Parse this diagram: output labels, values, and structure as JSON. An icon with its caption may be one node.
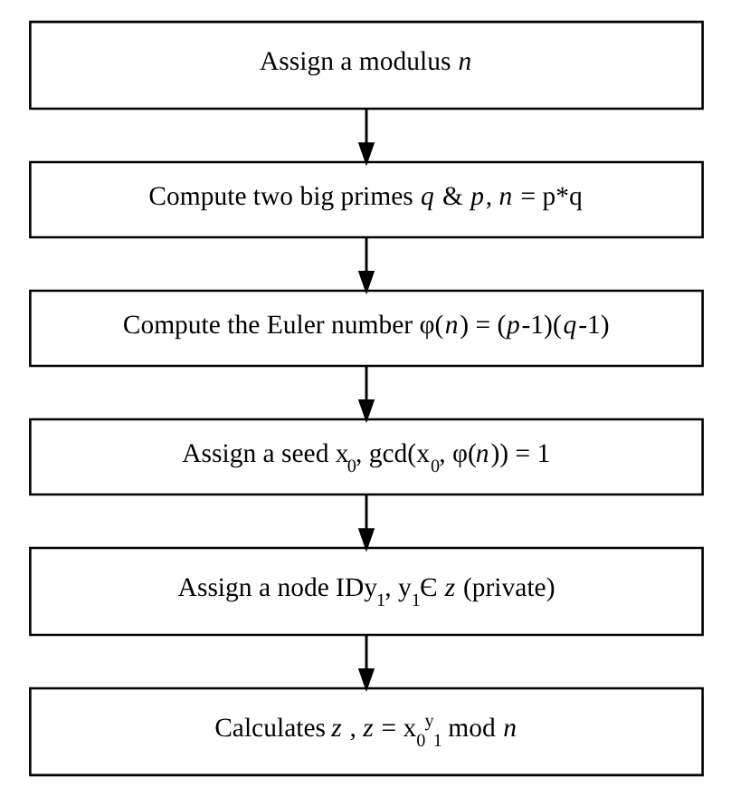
{
  "diagram": {
    "nodes": [
      {
        "text": [
          "Assign a modulus *n*"
        ]
      },
      {
        "text": [
          "Compute two big primes *q* & *p*, *n* = p*q"
        ]
      },
      {
        "text": [
          "Compute the Euler number φ(*n*) = (*p*-1)(*q*-1)"
        ]
      },
      {
        "text": [
          "Assign a seed x$_{0}$, gcd(x$_{0}$, φ(*n*)) = 1"
        ]
      },
      {
        "text": [
          "Assign a node IDy$_{1}$, y$_{1}$Є *z* (private)"
        ]
      },
      {
        "text": [
          "Calculates *z* , *z* = x$_{0}$$^{y}$$_{1}$ mod *n*"
        ]
      }
    ],
    "edges": [
      {
        "from": 0,
        "to": 1,
        "arrow": "to"
      },
      {
        "from": 1,
        "to": 2,
        "arrow": "to"
      },
      {
        "from": 2,
        "to": 3,
        "arrow": "to"
      },
      {
        "from": 3,
        "to": 4,
        "arrow": "to"
      },
      {
        "from": 4,
        "to": 5,
        "arrow": "to"
      }
    ]
  }
}
